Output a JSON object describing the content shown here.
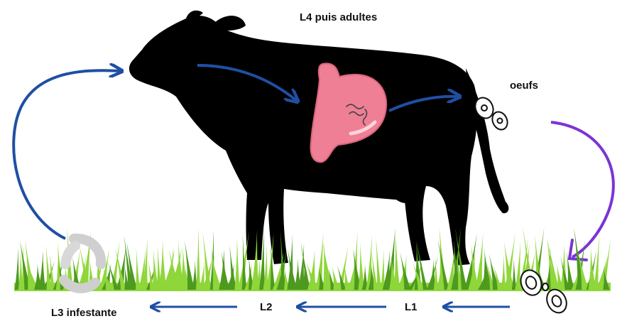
{
  "labels": {
    "stage_l4": "L4 puis adultes",
    "eggs": "oeufs",
    "l1": "L1",
    "l2": "L2",
    "l3": "L3 infestante"
  },
  "colors": {
    "cow": "#000000",
    "stomach": "#ee7f95",
    "stomach_shade": "#d9637b",
    "ingestion_arrow": "#1f4fa3",
    "excretion_arrow": "#7a34d6",
    "larval_arrows": "#1f4fa3",
    "grass_light": "#8fd63a",
    "grass_dark": "#4d9a1f",
    "larva": "#cfcfcf"
  },
  "icons": [
    "cow-silhouette",
    "stomach-icon",
    "worm-icon",
    "egg-icon",
    "larva-icon",
    "grass-icon"
  ]
}
